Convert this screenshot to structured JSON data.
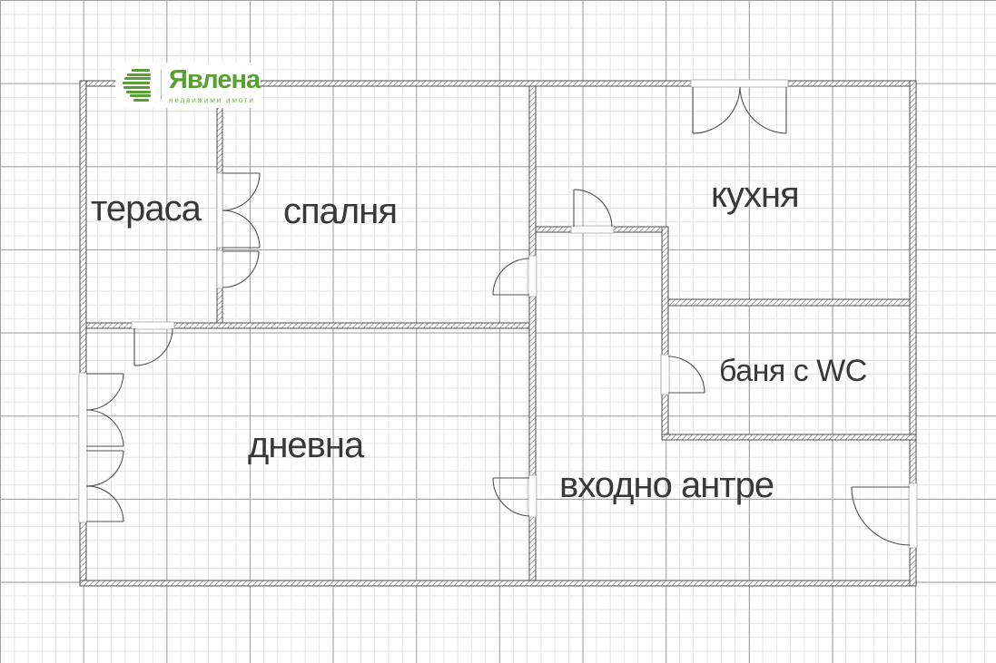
{
  "brand": {
    "name": "Явлена",
    "tagline": "недвижими имоти",
    "logo_color": "#58a033",
    "tagline_color": "#7cb159"
  },
  "rooms": {
    "terasa": "тераса",
    "spalnya": "спалня",
    "kuhnya": "кухня",
    "banya": "баня с WC",
    "dnevna": "дневна",
    "antre": "входно антре"
  },
  "colors": {
    "wall_outline": "#4c4c4c",
    "wall_hatch": "#999999",
    "grid_minor": "#e4e4e8",
    "grid_major": "#9fa0a4",
    "label_text": "#383838",
    "door_line": "#4f4f4f"
  }
}
